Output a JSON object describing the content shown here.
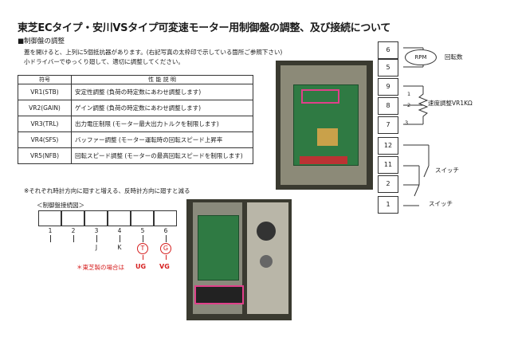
{
  "title": "東芝ECタイプ・安川VSタイプ可変速モーター用制御盤の調整、及び接続について",
  "section_heading": "■制御盤の調整",
  "intro_lines": [
    "蓋を開けると、上列に5個抵抗器があります。(右記写真の太枠印で示している箇所ご参照下さい)",
    "小ドライバーでゆっくり廻して、適切に調整してください。"
  ],
  "table": {
    "headers": [
      "符号",
      "性 能 説 明"
    ],
    "rows": [
      {
        "code": "VR1(STB)",
        "desc": "安定性調整 (負荷の時定数にあわせ調整します)"
      },
      {
        "code": "VR2(GAIN)",
        "desc": "ゲイン調整 (負荷の時定数にあわせ調整します)"
      },
      {
        "code": "VR3(TRL)",
        "desc": "出力電圧制限 (モーター最大出力トルクを制限します)"
      },
      {
        "code": "VR4(SFS)",
        "desc": "バッファー調整 (モーター運転時の回転スピード上昇率"
      },
      {
        "code": "VR5(NFB)",
        "desc": "回転スピード調整 (モーターの最高回転スピードを制限します)"
      }
    ]
  },
  "note": "※それぞれ時計方向に廻すと増える、反時計方向に廻すと減る",
  "terminal_diagram": {
    "title": "＜制御盤接続図＞",
    "numbers": [
      "1",
      "2",
      "3",
      "4",
      "5",
      "6"
    ],
    "labels": [
      "",
      "",
      "J",
      "K",
      "T",
      "G"
    ],
    "toshiba_note": "＊東芝製の場合は",
    "toshiba_labels": [
      "UG",
      "VG"
    ]
  },
  "wiring": {
    "terminals": [
      "6",
      "5",
      "9",
      "8",
      "7",
      "12",
      "11",
      "2",
      "1"
    ],
    "rpm_label": "RPM",
    "rpm_text": "回転数",
    "pot_pins": [
      "1",
      "2",
      "3"
    ],
    "pot_text": "速度調整VR1KΩ",
    "switch_label_1": "スイッチ",
    "switch_label_2": "スイッチ"
  },
  "colors": {
    "accent_red": "#d62020",
    "board_green": "#2f7a43",
    "highlight_pink": "#e0408a"
  }
}
